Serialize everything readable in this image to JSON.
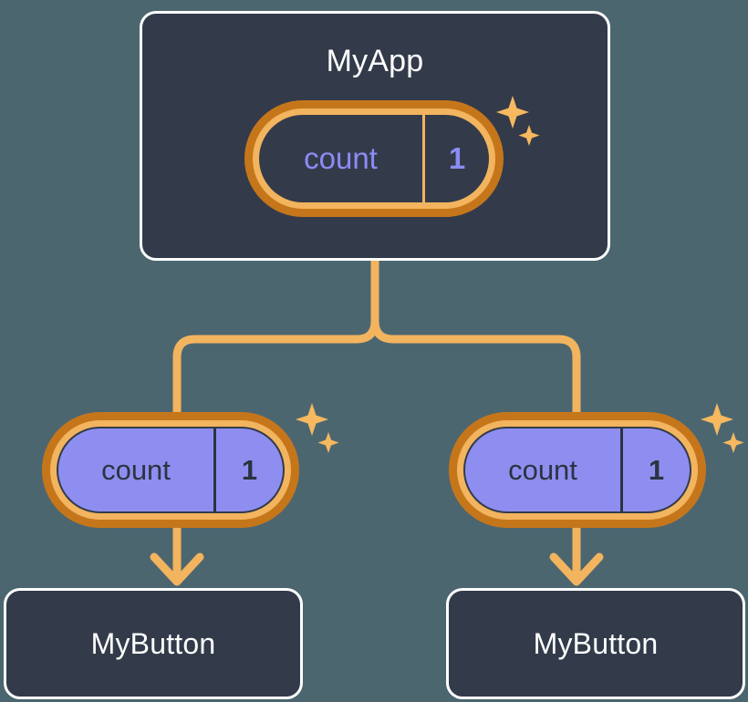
{
  "diagram": {
    "type": "component-tree",
    "background_color": "#4c6670",
    "accent_color": "#f2b45e",
    "ring_outer_color": "#c6761a",
    "card_fill_color": "#333b4a",
    "card_border_color": "#ffffff",
    "state_fill_color": "#8e8ef0",
    "state_text_color": "#8b8cf5"
  },
  "root": {
    "title": "MyApp",
    "state": {
      "key": "count",
      "value": "1",
      "style": "dark",
      "sparkle_icon": "sparkles-icon"
    }
  },
  "children": [
    {
      "state": {
        "key": "count",
        "value": "1",
        "style": "filled",
        "sparkle_icon": "sparkles-icon"
      },
      "component": {
        "title": "MyButton"
      }
    },
    {
      "state": {
        "key": "count",
        "value": "1",
        "style": "filled",
        "sparkle_icon": "sparkles-icon"
      },
      "component": {
        "title": "MyButton"
      }
    }
  ]
}
